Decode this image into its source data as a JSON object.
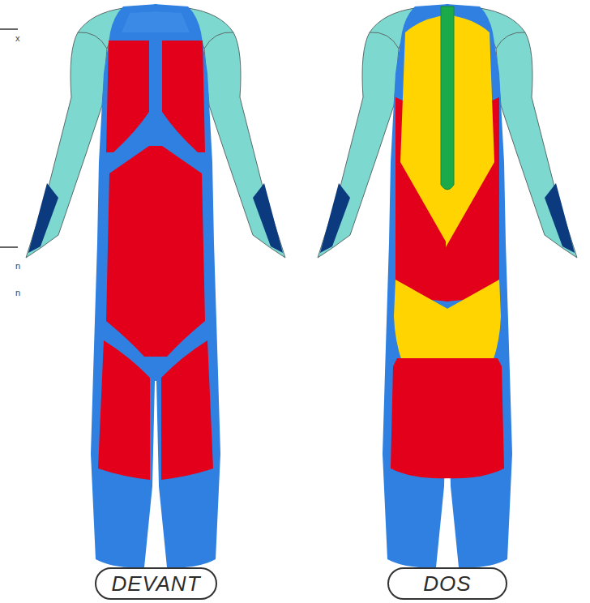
{
  "diagram": {
    "nodes": [
      {
        "text": [
          "DEVANT"
        ]
      },
      {
        "text": [
          "DOS"
        ]
      }
    ],
    "labels": [
      "x",
      "n",
      "n"
    ]
  }
}
